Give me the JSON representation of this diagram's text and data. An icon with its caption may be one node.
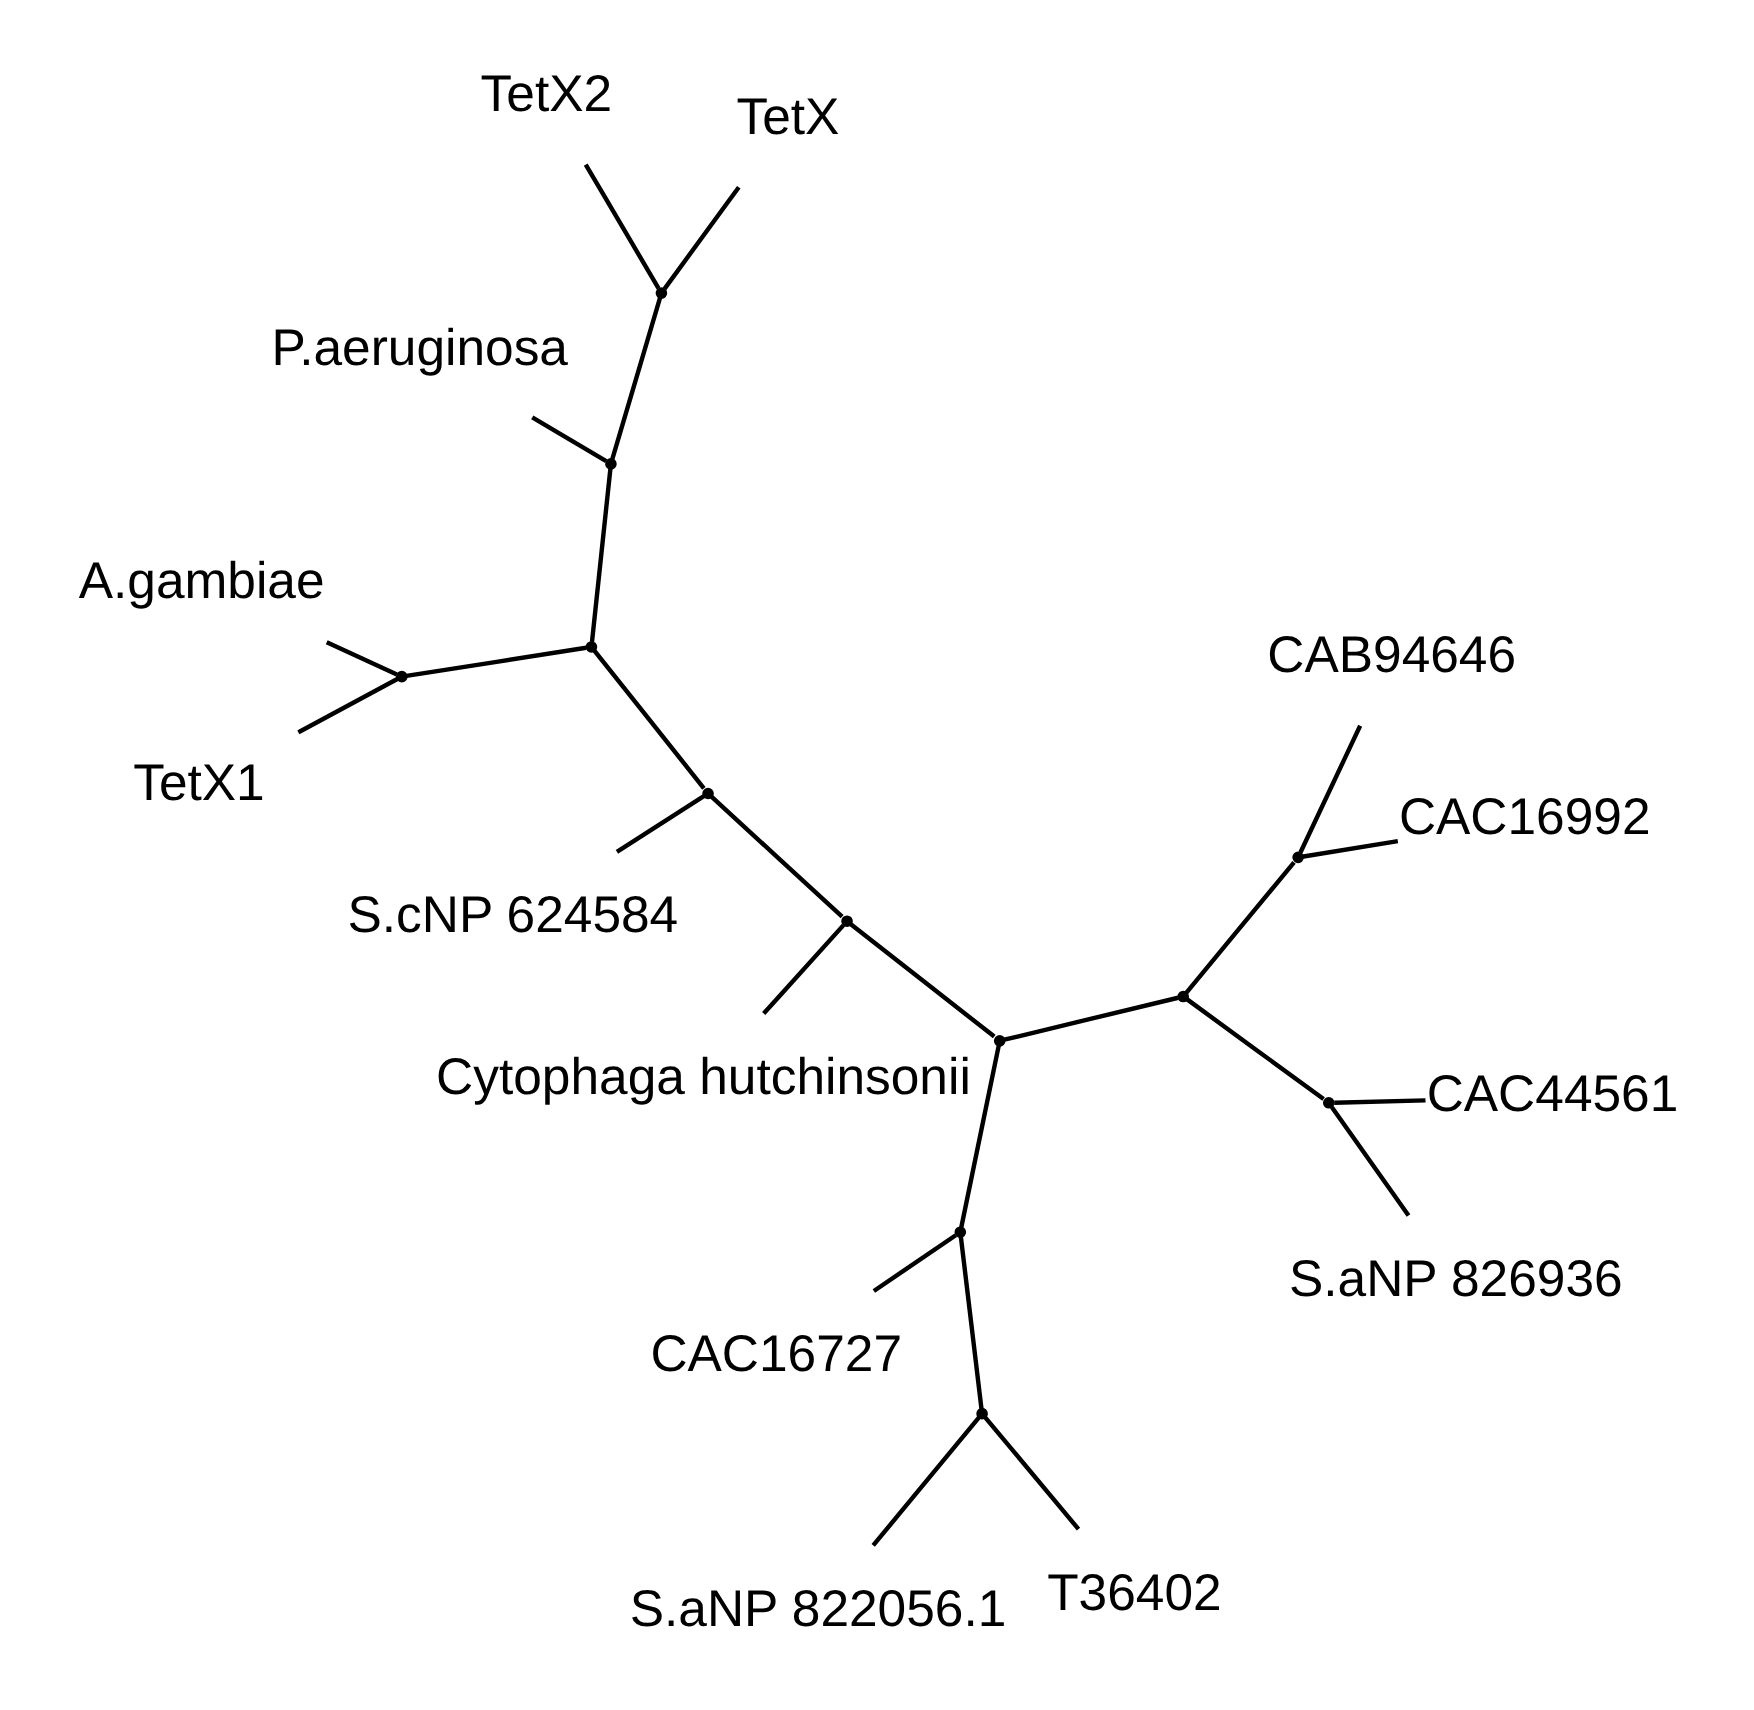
{
  "diagram": {
    "nodes": [
      {
        "text": [
          "TetX2"
        ]
      },
      {
        "text": [
          "TetX"
        ]
      },
      {
        "text": [
          "TetX1"
        ]
      },
      {
        "text": [
          "P.aeruginosa"
        ]
      },
      {
        "text": [
          "A.gambiae"
        ]
      },
      {
        "text": [
          "S.cNP 624584"
        ]
      },
      {
        "text": [
          "Cytophaga hutchinsonii"
        ]
      },
      {
        "text": [
          "T36402"
        ]
      },
      {
        "text": [
          "S.aNP 826936"
        ]
      },
      {
        "text": [
          "S.aNP 822056.1"
        ]
      },
      {
        "text": [
          "CAC44561"
        ]
      },
      {
        "text": [
          "CAC16727"
        ]
      },
      {
        "text": [
          "CAC16992"
        ]
      },
      {
        "text": [
          "CAB94646"
        ]
      },
      {
        "text": [],
        "shape": "point"
      },
      {
        "text": [],
        "shape": "point"
      },
      {
        "text": [],
        "shape": "point"
      },
      {
        "text": [],
        "shape": "point"
      },
      {
        "text": [],
        "shape": "point"
      },
      {
        "text": [],
        "shape": "point"
      },
      {
        "text": [],
        "shape": "point"
      },
      {
        "text": [],
        "shape": "point"
      },
      {
        "text": [],
        "shape": "point"
      },
      {
        "text": [],
        "shape": "point"
      },
      {
        "text": [],
        "shape": "point"
      },
      {
        "text": [],
        "shape": "point"
      }
    ],
    "edges": [
      {
        "from": 14,
        "to": 1,
        "arrow": "none"
      },
      {
        "from": 14,
        "to": 0,
        "arrow": "none"
      },
      {
        "from": 14,
        "to": 16,
        "arrow": "none"
      },
      {
        "from": 16,
        "to": 3,
        "arrow": "none"
      },
      {
        "from": 16,
        "to": 17,
        "arrow": "none"
      },
      {
        "from": 15,
        "to": 2,
        "arrow": "none"
      },
      {
        "from": 15,
        "to": 4,
        "arrow": "none"
      },
      {
        "from": 15,
        "to": 17,
        "arrow": "none"
      },
      {
        "from": 17,
        "to": 18,
        "arrow": "none"
      },
      {
        "from": 18,
        "to": 5,
        "arrow": "none"
      },
      {
        "from": 18,
        "to": 19,
        "arrow": "none"
      },
      {
        "from": 19,
        "to": 6,
        "arrow": "none"
      },
      {
        "from": 19,
        "to": 20,
        "arrow": "none"
      },
      {
        "from": 20,
        "to": 22,
        "arrow": "none"
      },
      {
        "from": 20,
        "to": 24,
        "arrow": "none"
      },
      {
        "from": 22,
        "to": 21,
        "arrow": "none"
      },
      {
        "from": 22,
        "to": 11,
        "arrow": "none"
      },
      {
        "from": 21,
        "to": 7,
        "arrow": "none"
      },
      {
        "from": 21,
        "to": 9,
        "arrow": "none"
      },
      {
        "from": 24,
        "to": 23,
        "arrow": "none"
      },
      {
        "from": 24,
        "to": 25,
        "arrow": "none"
      },
      {
        "from": 23,
        "to": 8,
        "arrow": "none"
      },
      {
        "from": 23,
        "to": 10,
        "arrow": "none"
      },
      {
        "from": 25,
        "to": 12,
        "arrow": "none"
      },
      {
        "from": 25,
        "to": 13,
        "arrow": "none"
      }
    ]
  }
}
